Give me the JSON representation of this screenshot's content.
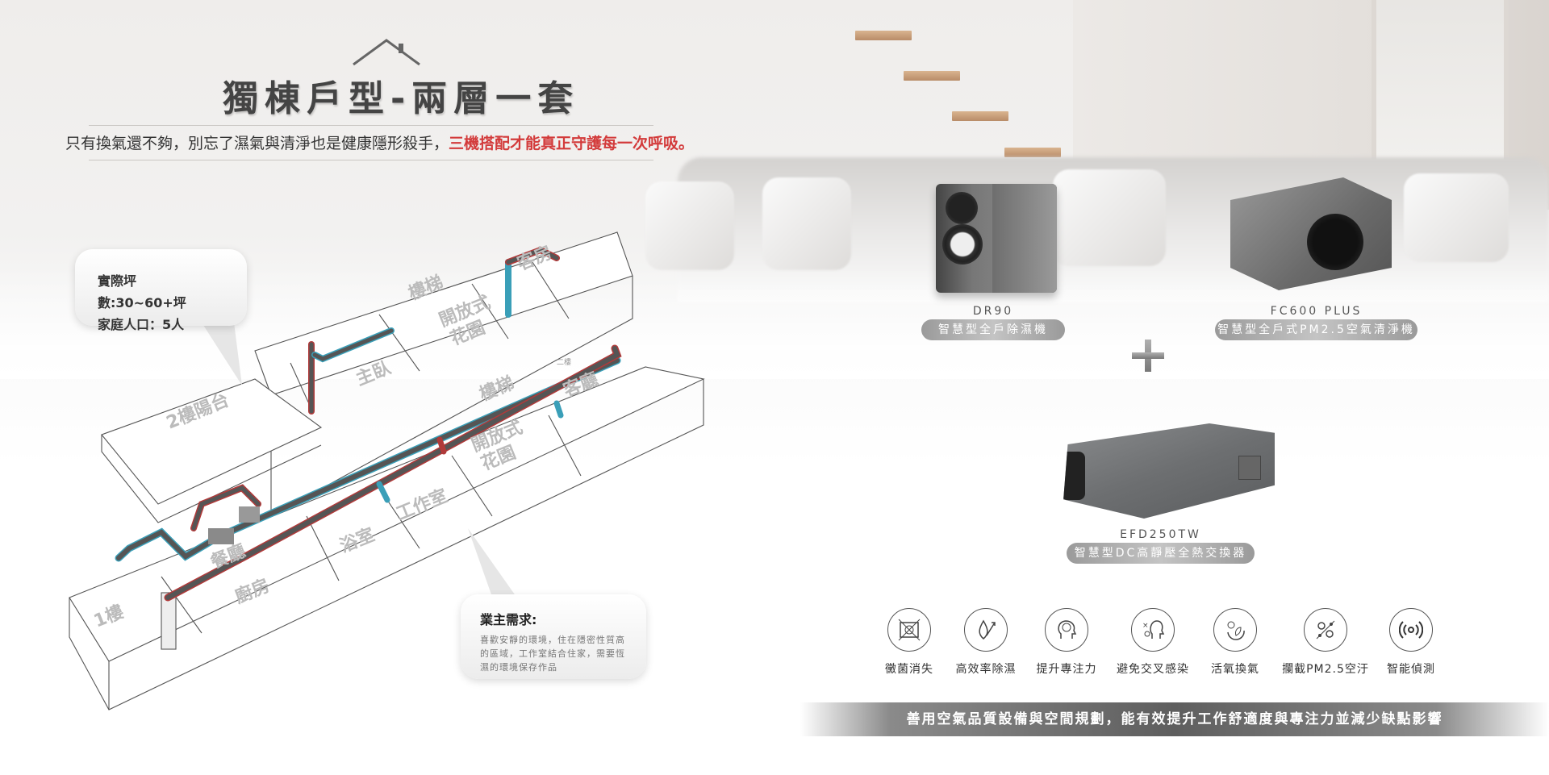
{
  "header": {
    "title": "獨棟戶型-兩層一套",
    "subtitle_plain": "只有換氣還不夠，別忘了濕氣與清淨也是健康隱形殺手，",
    "subtitle_highlight": "三機搭配才能真正守護每一次呼吸。"
  },
  "callout_info": {
    "area": "實際坪數:30~60+坪",
    "people": "家庭人口：5人"
  },
  "callout_needs": {
    "title": "業主需求:",
    "body": "喜歡安靜的環境，住在隱密性質高的區域，工作室結合住家，需要恆濕的環境保存作品"
  },
  "floorplan": {
    "rooms": [
      "2樓陽台",
      "主臥",
      "樓梯",
      "開放式",
      "花園",
      "客房",
      "樓梯",
      "客廳",
      "開放式",
      "花園",
      "工作室",
      "浴室",
      "餐廳",
      "廚房",
      "1樓"
    ],
    "floor_tag": "二樓"
  },
  "products": [
    {
      "model": "DR90",
      "name": "智慧型全戶除濕機"
    },
    {
      "model": "FC600 PLUS",
      "name": "智慧型全戶式PM2.5空氣清淨機"
    },
    {
      "model": "EFD250TW",
      "name": "智慧型DC高靜壓全熱交換器"
    }
  ],
  "features": [
    {
      "icon": "bacteria-icon",
      "label": "黴菌消失"
    },
    {
      "icon": "water-drop-icon",
      "label": "高效率除濕"
    },
    {
      "icon": "brain-icon",
      "label": "提升專注力"
    },
    {
      "icon": "infection-icon",
      "label": "避免交叉感染"
    },
    {
      "icon": "leaf-cycle-icon",
      "label": "活氧換氣"
    },
    {
      "icon": "pm25-filter-icon",
      "label": "攔截PM2.5空汙"
    },
    {
      "icon": "sensor-icon",
      "label": "智能偵測"
    }
  ],
  "banner": "善用空氣品質設備與空間規劃，能有效提升工作舒適度與專注力並減少缺點影響",
  "colors": {
    "highlight": "#d33b3b",
    "supply_pipe": "#b03a3a",
    "return_pipe": "#3a9fb8"
  }
}
